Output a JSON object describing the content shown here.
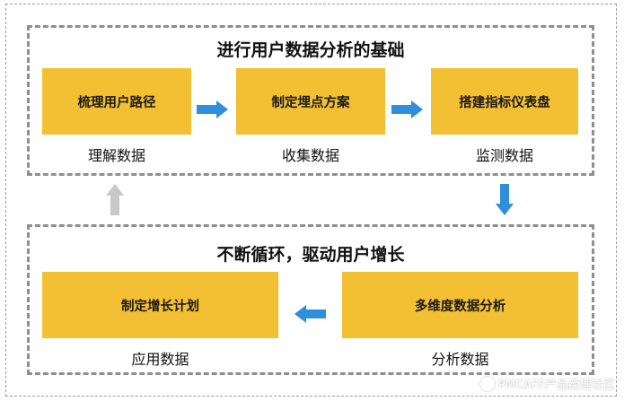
{
  "top_group": {
    "title": "进行用户数据分析的基础",
    "steps": [
      {
        "label": "梳理用户路径",
        "caption": "理解数据"
      },
      {
        "label": "制定埋点方案",
        "caption": "收集数据"
      },
      {
        "label": "搭建指标仪表盘",
        "caption": "监测数据"
      }
    ]
  },
  "bottom_group": {
    "title": "不断循环，驱动用户增长",
    "steps": [
      {
        "label": "制定增长计划",
        "caption": "应用数据"
      },
      {
        "label": "多维度数据分析",
        "caption": "分析数据"
      }
    ]
  },
  "watermark": {
    "text": "PMCAFF产品经理社区"
  },
  "colors": {
    "box_fill": "#f3bf33",
    "flow_arrow": "#2f8fdc",
    "loop_arrow": "#c8c8c8",
    "dash_border": "#8f8f8f"
  }
}
